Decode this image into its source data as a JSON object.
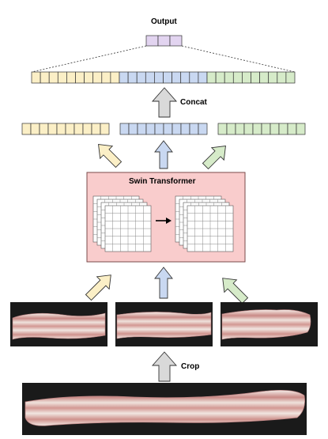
{
  "labels": {
    "output": "Output",
    "concat": "Concat",
    "crop": "Crop",
    "block": "Swin Transformer"
  },
  "colors": {
    "yellow": "#fbefc6",
    "yellow_stroke": "#8a7a3a",
    "blue": "#c9d8f1",
    "blue_stroke": "#4b5f85",
    "green": "#d6ebc9",
    "green_stroke": "#4d6b3f",
    "purple": "#e2d4f0",
    "block_fill": "#f9cccc",
    "block_stroke": "#7a4a4a",
    "gray_arrow": "#d9d9d9",
    "meat_pink": "#d8a49e",
    "meat_fat": "#f3ebe6",
    "photo_bg": "#1a1a1a"
  },
  "icons": {
    "up_arrows": [
      "yellow-arrow-icon",
      "blue-arrow-icon",
      "green-arrow-icon",
      "gray-arrow-icon"
    ]
  }
}
